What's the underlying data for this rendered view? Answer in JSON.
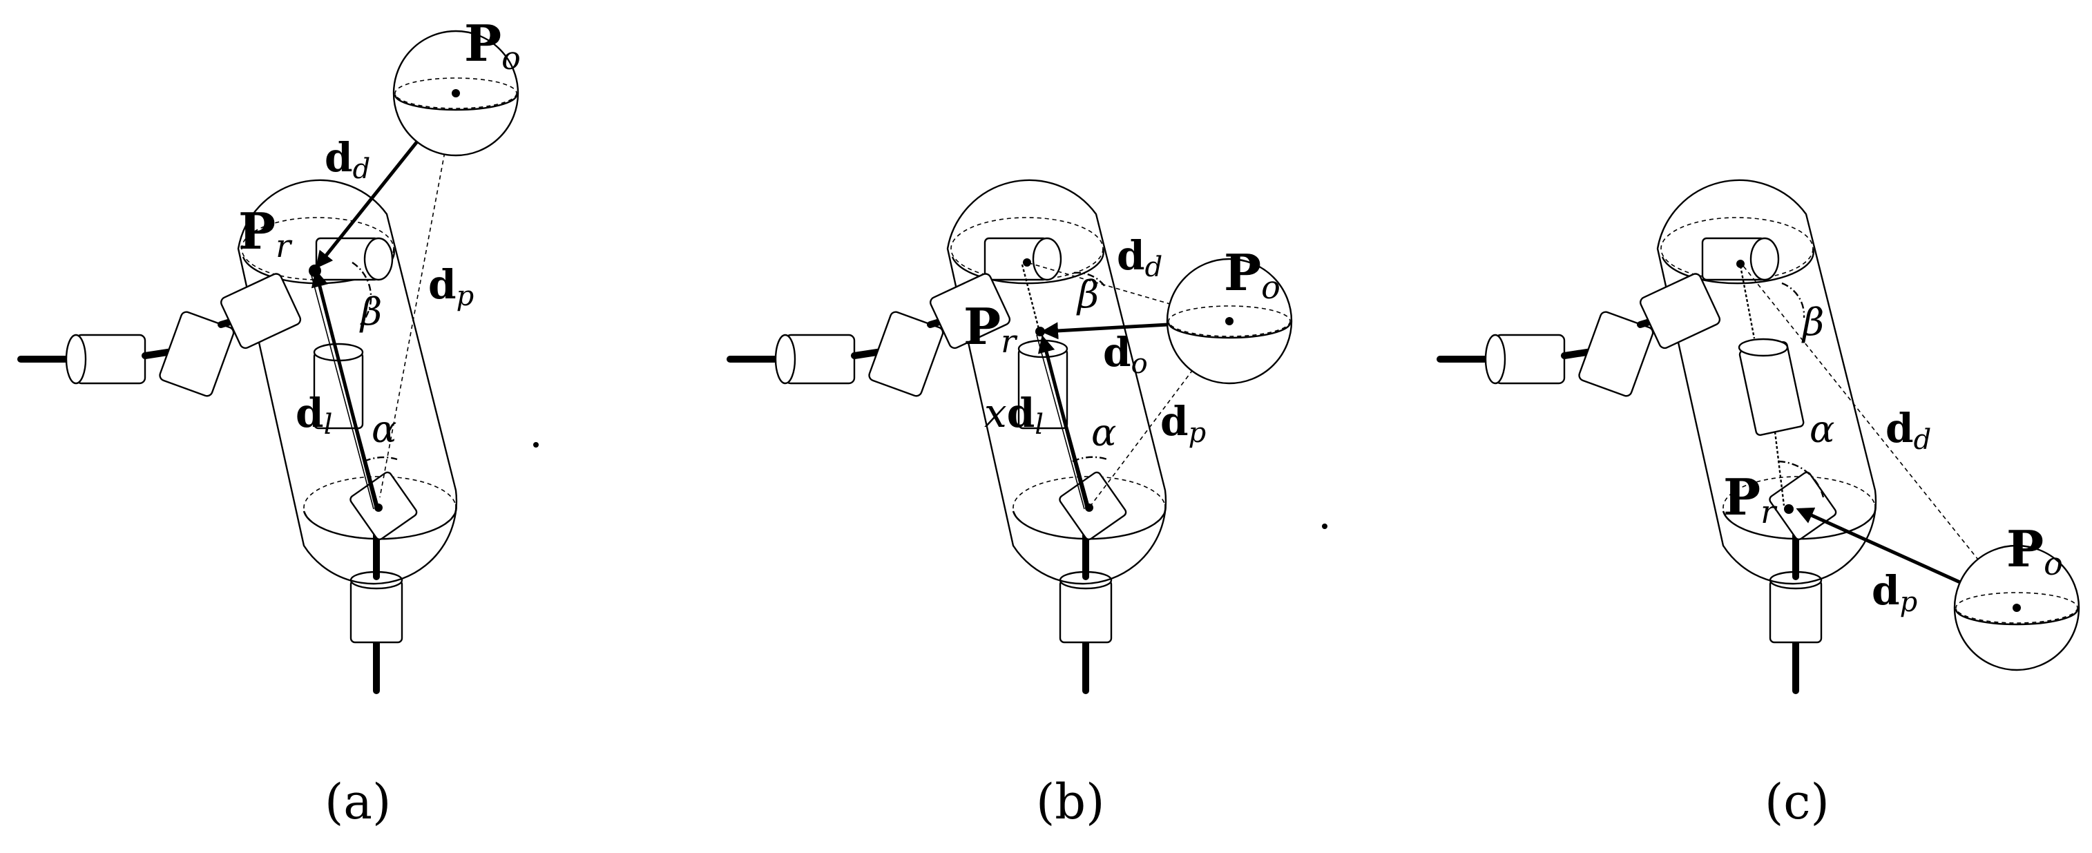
{
  "panels": [
    {
      "caption": "(a)",
      "po": {
        "main": "P",
        "sub": "o"
      },
      "pr": {
        "main": "P",
        "sub": "r"
      },
      "dd": {
        "main": "d",
        "sub": "d"
      },
      "dp": {
        "main": "d",
        "sub": "p"
      },
      "dl": {
        "main": "d",
        "sub": "l"
      },
      "alpha": "α",
      "beta": "β"
    },
    {
      "caption": "(b)",
      "po": {
        "main": "P",
        "sub": "o"
      },
      "pr": {
        "main": "P",
        "sub": "r"
      },
      "dd": {
        "main": "d",
        "sub": "d"
      },
      "do": {
        "main": "d",
        "sub": "o"
      },
      "dp": {
        "main": "d",
        "sub": "p"
      },
      "xdl": {
        "prefix": "x",
        "main": "d",
        "sub": "l"
      },
      "alpha": "α",
      "beta": "β"
    },
    {
      "caption": "(c)",
      "po": {
        "main": "P",
        "sub": "o"
      },
      "pr": {
        "main": "P",
        "sub": "r"
      },
      "dd": {
        "main": "d",
        "sub": "d"
      },
      "dp": {
        "main": "d",
        "sub": "p"
      },
      "alpha": "α",
      "beta": "β"
    }
  ]
}
